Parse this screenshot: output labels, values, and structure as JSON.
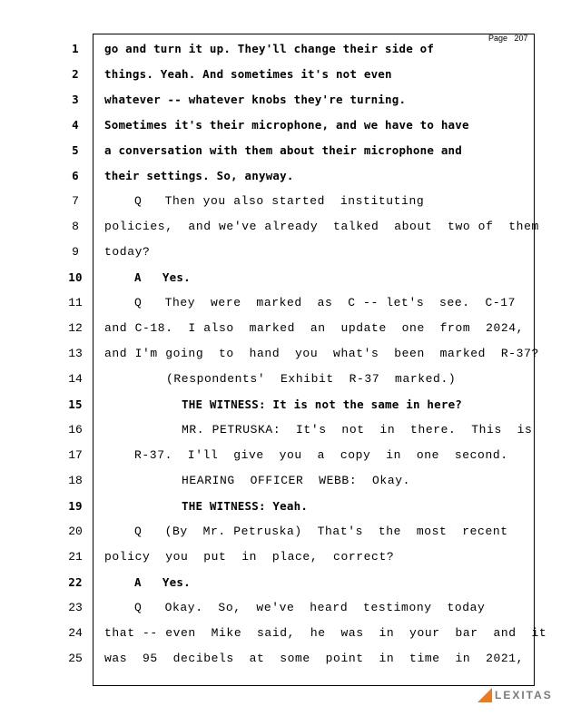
{
  "page_label": "Page",
  "page_number": "207",
  "lines": [
    {
      "n": "1",
      "text": "go and turn it up. They'll change their side of"
    },
    {
      "n": "2",
      "text": "things. Yeah. And sometimes it's not even"
    },
    {
      "n": "3",
      "text": "whatever -- whatever knobs they're turning."
    },
    {
      "n": "4",
      "text": "Sometimes it's their microphone, and we have to have"
    },
    {
      "n": "5",
      "text": "a conversation with them about their microphone and"
    },
    {
      "n": "6",
      "text": "their settings. So, anyway."
    },
    {
      "n": "7",
      "text": "Q   Then you also started  instituting"
    },
    {
      "n": "8",
      "text": "policies,  and we've already  talked  about  two of  them"
    },
    {
      "n": "9",
      "text": "today?"
    },
    {
      "n": "10",
      "text": "A   Yes."
    },
    {
      "n": "11",
      "text": "Q   They  were  marked  as  C -- let's  see.  C-17"
    },
    {
      "n": "12",
      "text": "and C-18.  I also  marked  an  update  one  from  2024,"
    },
    {
      "n": "13",
      "text": "and I'm going  to  hand  you  what's  been  marked  R-37?"
    },
    {
      "n": "14",
      "text": "(Respondents'  Exhibit  R-37  marked.)"
    },
    {
      "n": "15",
      "text": "THE WITNESS: It is not the same in here?"
    },
    {
      "n": "16",
      "text": "MR. PETRUSKA:  It's  not  in  there.  This  is"
    },
    {
      "n": "17",
      "text": "R-37.  I'll  give  you  a  copy  in  one  second."
    },
    {
      "n": "18",
      "text": "HEARING  OFFICER  WEBB:  Okay."
    },
    {
      "n": "19",
      "text": "THE WITNESS: Yeah."
    },
    {
      "n": "20",
      "text": "Q   (By  Mr. Petruska)  That's  the  most  recent"
    },
    {
      "n": "21",
      "text": "policy  you  put  in  place,  correct?"
    },
    {
      "n": "22",
      "text": "A   Yes."
    },
    {
      "n": "23",
      "text": "Q   Okay.  So,  we've  heard  testimony  today"
    },
    {
      "n": "24",
      "text": "that -- even  Mike  said,  he  was  in  your  bar  and  it"
    },
    {
      "n": "25",
      "text": "was  95  decibels  at  some  point  in  time  in  2021,"
    }
  ],
  "logo_text": "LEXITAS"
}
